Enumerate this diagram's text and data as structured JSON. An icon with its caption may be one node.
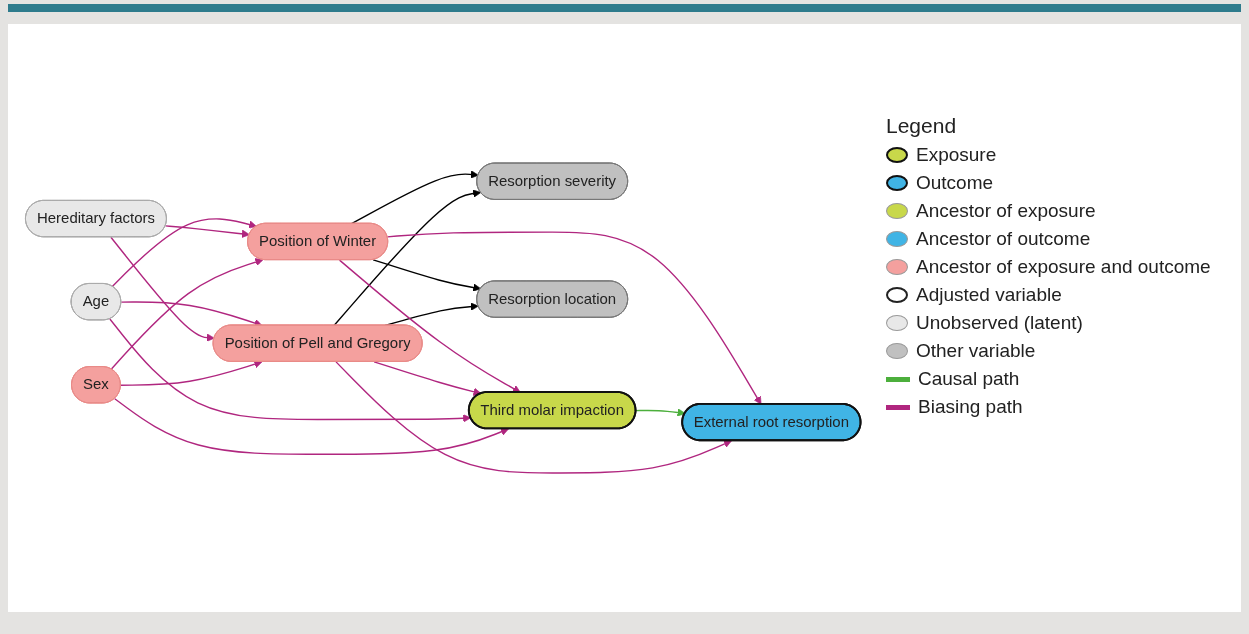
{
  "diagram": {
    "nodes": [
      {
        "text": [
          "Sex"
        ]
      },
      {
        "text": [
          "Position of Pell and Gregory"
        ]
      },
      {
        "text": [
          "Resorption severity"
        ]
      },
      {
        "text": [
          "Hereditary factors"
        ]
      },
      {
        "text": [
          "Third molar impaction"
        ]
      },
      {
        "text": [
          "Age"
        ]
      },
      {
        "text": [
          "External root resorption"
        ]
      },
      {
        "text": [
          "Position of Winter"
        ]
      },
      {
        "text": [
          "Resorption location"
        ]
      }
    ],
    "edges": [
      {
        "from": 0,
        "to": 1,
        "arrow": "to"
      },
      {
        "from": 0,
        "to": 4,
        "arrow": "to"
      },
      {
        "from": 0,
        "to": 7,
        "arrow": "to"
      },
      {
        "from": 3,
        "to": 1,
        "arrow": "to"
      },
      {
        "from": 3,
        "to": 7,
        "arrow": "to"
      },
      {
        "from": 5,
        "to": 1,
        "arrow": "to"
      },
      {
        "from": 5,
        "to": 4,
        "arrow": "to"
      },
      {
        "from": 5,
        "to": 7,
        "arrow": "to"
      },
      {
        "from": 1,
        "to": 2,
        "arrow": "to",
        "color": "#000000"
      },
      {
        "from": 1,
        "to": 4,
        "arrow": "to"
      },
      {
        "from": 1,
        "to": 8,
        "arrow": "to",
        "color": "#000000"
      },
      {
        "from": 1,
        "to": 6,
        "arrow": "to"
      },
      {
        "from": 4,
        "to": 6,
        "arrow": "to",
        "color": "#4caf3c"
      },
      {
        "from": 7,
        "to": 4,
        "arrow": "to"
      },
      {
        "from": 7,
        "to": 2,
        "arrow": "to",
        "color": "#000000"
      },
      {
        "from": 7,
        "to": 6,
        "arrow": "to"
      },
      {
        "from": 7,
        "to": 8,
        "arrow": "to",
        "color": "#000000"
      }
    ],
    "labels": [
      "Legend"
    ],
    "legend": [
      {
        "text": "Exposure"
      },
      {
        "text": "Outcome"
      },
      {
        "text": "Ancestor of exposure",
        "color": "#c8d84a"
      },
      {
        "text": "Ancestor of outcome",
        "color": "#40b4e5"
      },
      {
        "text": "Ancestor of exposure and outcome",
        "color": "#f4a09e"
      },
      {
        "text": "Adjusted variable"
      },
      {
        "text": "Unobserved (latent)",
        "color": "#e8e8e8"
      },
      {
        "text": "Other variable",
        "color": "#c0c0c0"
      },
      {
        "text": "Causal path"
      },
      {
        "text": "Biasing path"
      }
    ]
  }
}
